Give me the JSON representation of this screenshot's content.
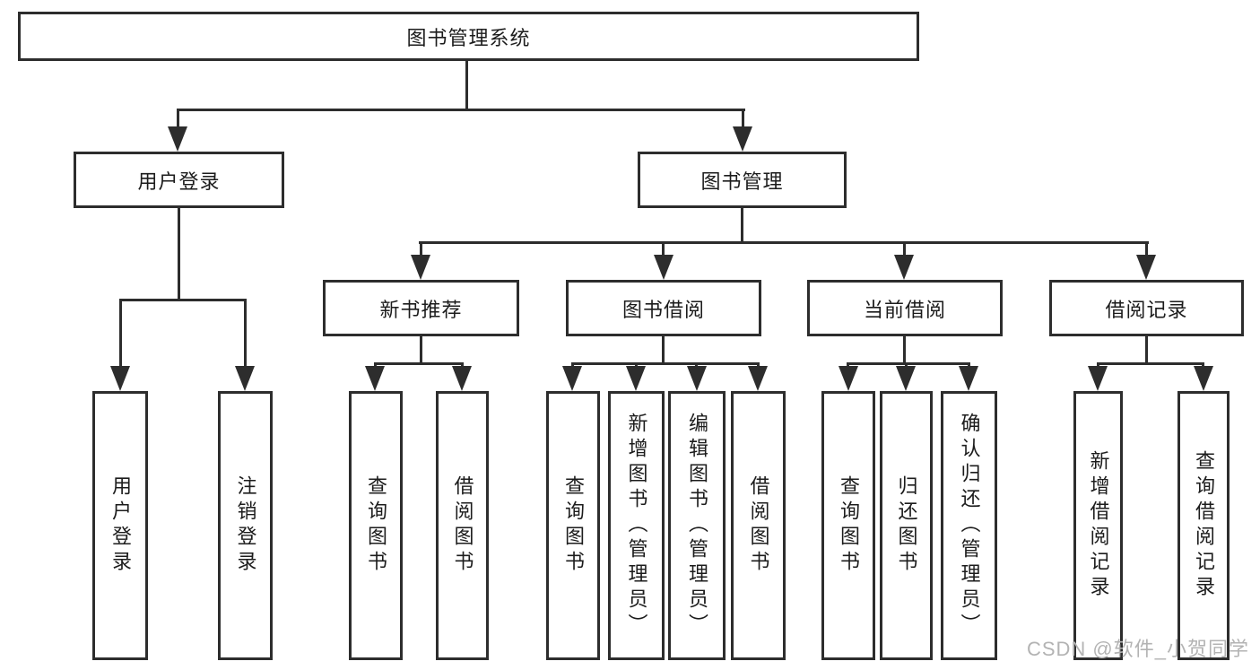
{
  "tree": {
    "root": "图书管理系统",
    "children": [
      {
        "label": "用户登录",
        "children": [
          {
            "label": "用户登录"
          },
          {
            "label": "注销登录"
          }
        ]
      },
      {
        "label": "图书管理",
        "children": [
          {
            "label": "新书推荐",
            "children": [
              {
                "label": "查询图书"
              },
              {
                "label": "借阅图书"
              }
            ]
          },
          {
            "label": "图书借阅",
            "children": [
              {
                "label": "查询图书"
              },
              {
                "label": "新增图书（管理员）"
              },
              {
                "label": "编辑图书（管理员）"
              },
              {
                "label": "借阅图书"
              }
            ]
          },
          {
            "label": "当前借阅",
            "children": [
              {
                "label": "查询图书"
              },
              {
                "label": "归还图书"
              },
              {
                "label": "确认归还（管理员）"
              }
            ]
          },
          {
            "label": "借阅记录",
            "children": [
              {
                "label": "新增借阅记录"
              },
              {
                "label": "查询借阅记录"
              }
            ]
          }
        ]
      }
    ]
  },
  "watermark": {
    "text": "CSDN @软件_小贺同学"
  },
  "colors": {
    "line": "#2d2d2d",
    "text": "#1c1c1c",
    "watermark": "#b3b3b3",
    "background": "#ffffff"
  }
}
